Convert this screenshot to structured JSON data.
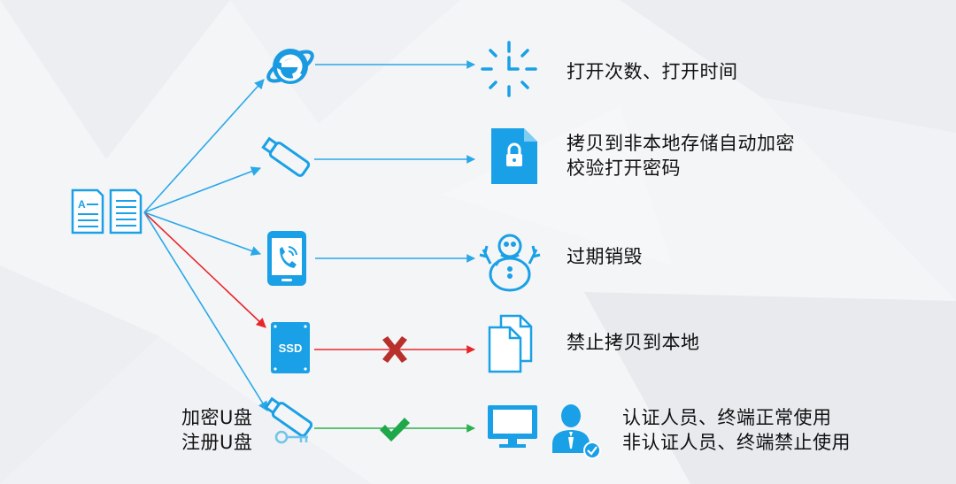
{
  "source": {
    "icon": "documents-icon"
  },
  "sources": [
    {
      "icon": "internet-explorer-icon"
    },
    {
      "icon": "usb-drive-icon"
    },
    {
      "icon": "mobile-phone-icon"
    },
    {
      "icon": "ssd-drive-icon",
      "text": "SSD"
    },
    {
      "icon": "encrypted-usb-icon",
      "caption": [
        "加密U盘",
        "注册U盘"
      ]
    }
  ],
  "targets": [
    {
      "icon": "clock-icon",
      "lines": [
        "打开次数、打开时间"
      ]
    },
    {
      "icon": "locked-file-icon",
      "lines": [
        "拷贝到非本地存储自动加密",
        "校验打开密码"
      ]
    },
    {
      "icon": "snowman-icon",
      "lines": [
        "过期销毁"
      ]
    },
    {
      "icon": "copy-files-icon",
      "lines": [
        "禁止拷贝到本地"
      ]
    },
    {
      "icon": "monitor-user-icon",
      "lines": [
        "认证人员、终端正常使用",
        "非认证人员、终端禁止使用"
      ]
    }
  ],
  "status_marks": {
    "ssd": {
      "icon": "red-x-icon",
      "meaning": "denied"
    },
    "usb": {
      "icon": "green-check-icon",
      "meaning": "allowed"
    }
  },
  "colors": {
    "accent_blue": "#1aa0e6",
    "arrow_blue": "#2aa8e8",
    "arrow_red": "#e8262a",
    "arrow_green": "#2bb24c",
    "x_mark": "#b8302c",
    "check_mark": "#1fa84a"
  }
}
